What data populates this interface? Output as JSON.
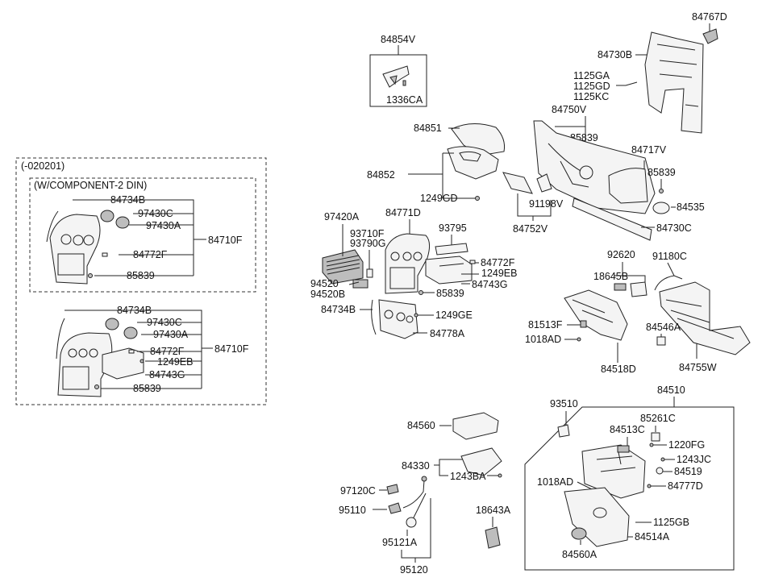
{
  "variant_box": {
    "date_label": "(-020201)",
    "component_label": "(W/COMPONENT-2 DIN)"
  },
  "labels": {
    "l_84734B_a": "84734B",
    "l_97430C_a": "97430C",
    "l_97430A_a": "97430A",
    "l_84710F_a": "84710F",
    "l_84772F_a": "84772F",
    "l_85839_a": "85839",
    "l_84734B_b": "84734B",
    "l_97430C_b": "97430C",
    "l_97430A_b": "97430A",
    "l_84710F_b": "84710F",
    "l_84772F_b": "84772F",
    "l_1249EB_b": "1249EB",
    "l_84743G_b": "84743G",
    "l_85839_b": "85839",
    "l_84854V": "84854V",
    "l_1336CA": "1336CA",
    "l_84851": "84851",
    "l_84852": "84852",
    "l_1249GD": "1249GD",
    "l_97420A": "97420A",
    "l_84771D": "84771D",
    "l_93710F": "93710F",
    "l_93790G": "93790G",
    "l_93795": "93795",
    "l_84772F_c": "84772F",
    "l_1249EB_c": "1249EB",
    "l_84743G_c": "84743G",
    "l_94520": "94520",
    "l_94520B": "94520B",
    "l_85839_c": "85839",
    "l_84734B_c": "84734B",
    "l_1249GE": "1249GE",
    "l_84778A": "84778A",
    "l_84767D": "84767D",
    "l_84730B": "84730B",
    "l_1125GA": "1125GA",
    "l_1125GD": "1125GD",
    "l_1125KC": "1125KC",
    "l_84750V": "84750V",
    "l_85839_d": "85839",
    "l_84717V": "84717V",
    "l_85839_e": "85839",
    "l_84535": "84535",
    "l_91198V": "91198V",
    "l_84752V": "84752V",
    "l_84730C": "84730C",
    "l_92620": "92620",
    "l_18645B": "18645B",
    "l_91180C": "91180C",
    "l_81513F": "81513F",
    "l_1018AD_a": "1018AD",
    "l_84546A": "84546A",
    "l_84518D": "84518D",
    "l_84755W": "84755W",
    "l_93510": "93510",
    "l_84510": "84510",
    "l_85261C": "85261C",
    "l_84513C": "84513C",
    "l_1220FG": "1220FG",
    "l_1243JC": "1243JC",
    "l_84519": "84519",
    "l_1018AD_b": "1018AD",
    "l_84777D": "84777D",
    "l_1125GB": "1125GB",
    "l_84514A": "84514A",
    "l_84560A": "84560A",
    "l_84560": "84560",
    "l_84330": "84330",
    "l_1243BA": "1243BA",
    "l_97120C": "97120C",
    "l_95110": "95110",
    "l_95121A": "95121A",
    "l_95120": "95120",
    "l_18643A": "18643A"
  }
}
